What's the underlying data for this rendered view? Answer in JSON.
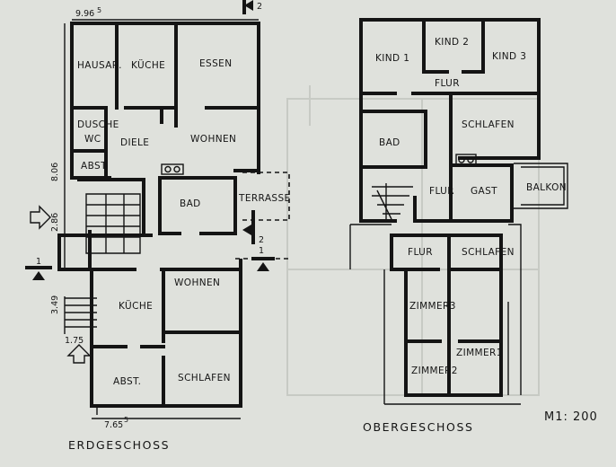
{
  "erdgeschoss": {
    "title": "ERDGESCHOSS",
    "rooms": {
      "hausar": "HAUSAR.",
      "kueche_top": "KÜCHE",
      "essen": "ESSEN",
      "dusche": "DUSCHE",
      "wc": "WC",
      "diele": "DIELE",
      "wohnen_top": "WOHNEN",
      "abst_top": "ABST.",
      "bad": "BAD",
      "terrasse": "TERRASSE",
      "kueche_bottom": "KÜCHE",
      "wohnen_bottom": "WOHNEN",
      "abst_bottom": "ABST.",
      "schlafen": "SCHLAFEN"
    },
    "dimensions": {
      "width_top": "9.96",
      "width_top_sup": "5",
      "height_8": "8.06",
      "height_2": "2.86",
      "height_3": "3.49",
      "width_175": "1.75",
      "width_bottom": "7.65",
      "width_bottom_sup": "5"
    },
    "section_marks": {
      "one": "1",
      "two": "2"
    }
  },
  "obergeschoss": {
    "title": "OBERGESCHOSS",
    "rooms": {
      "kind1": "KIND 1",
      "kind2": "KIND 2",
      "kind3": "KIND 3",
      "flur_top": "FLUR",
      "bad": "BAD",
      "schlafen_top": "SCHLAFEN",
      "flur_mid": "FLUR",
      "gast": "GAST",
      "balkon": "BALKON",
      "flur_bottom": "FLUR",
      "schlafen_bottom": "SCHLAFEN",
      "zimmer3": "ZIMMER3",
      "zimmer1": "ZIMMER1",
      "zimmer2": "ZIMMER2"
    }
  },
  "scale": "M1: 200"
}
